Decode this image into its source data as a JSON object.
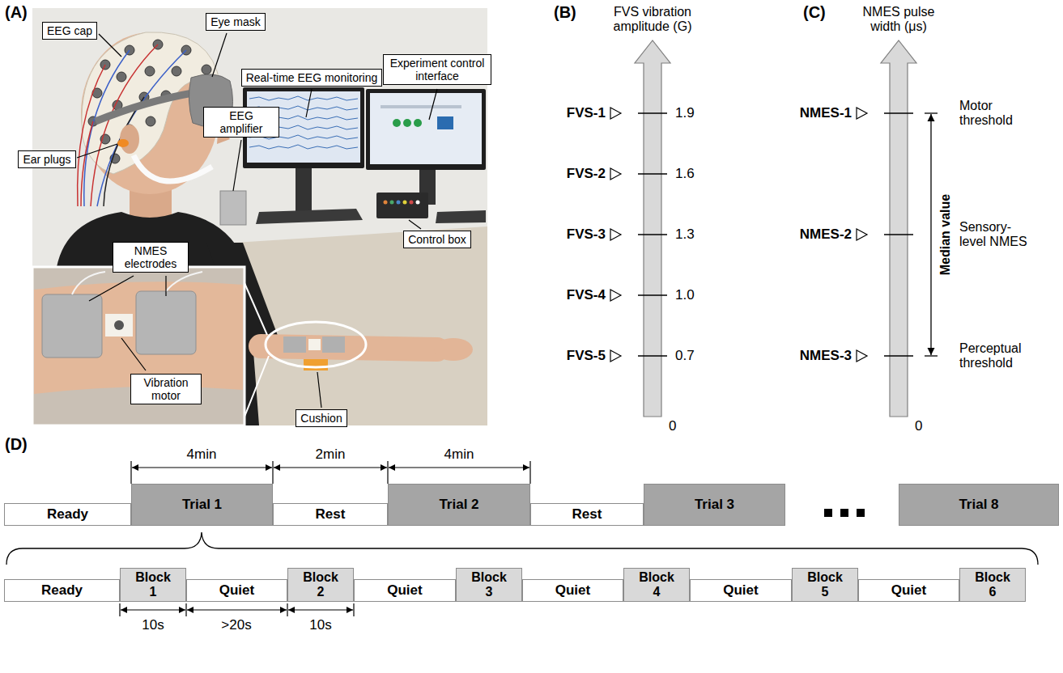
{
  "diagram": {
    "nodes": [
      {
        "text": [
          "Eye mask"
        ]
      },
      {
        "text": [
          "EEG cap"
        ]
      },
      {
        "text": [
          "EEG amplifier"
        ]
      },
      {
        "text": [
          "Ear plugs"
        ]
      },
      {
        "text": [
          "Real-time EEG monitoring"
        ]
      },
      {
        "text": [
          "Experiment control interface"
        ]
      },
      {
        "text": [
          "NMES electrodes"
        ]
      },
      {
        "text": [
          "Vibration motor"
        ]
      },
      {
        "text": [
          "Control box"
        ]
      },
      {
        "text": [
          "Cushion"
        ]
      },
      {
        "text": [
          "Ready"
        ]
      },
      {
        "text": [
          "Trial 1"
        ]
      },
      {
        "text": [
          "Rest"
        ]
      },
      {
        "text": [
          "Trial 2"
        ]
      },
      {
        "text": [
          "Rest"
        ]
      },
      {
        "text": [
          "Trial 3"
        ]
      },
      {
        "text": [
          "Trial 8"
        ]
      },
      {
        "text": [
          "Ready"
        ]
      },
      {
        "text": [
          "Block 1"
        ]
      },
      {
        "text": [
          "Quiet"
        ]
      },
      {
        "text": [
          "Block 2"
        ]
      },
      {
        "text": [
          "Quiet"
        ]
      },
      {
        "text": [
          "Block 3"
        ]
      },
      {
        "text": [
          "Quiet"
        ]
      },
      {
        "text": [
          "Block 4"
        ]
      },
      {
        "text": [
          "Quiet"
        ]
      },
      {
        "text": [
          "Block 5"
        ]
      },
      {
        "text": [
          "Quiet"
        ]
      },
      {
        "text": [
          "Block 6"
        ]
      }
    ],
    "labels": [
      "(A)",
      "(B)",
      "(C)",
      "(D)",
      "FVS vibration amplitude (G)",
      "FVS-1",
      "1.9",
      "FVS-2",
      "1.6",
      "FVS-3",
      "1.3",
      "FVS-4",
      "1.0",
      "FVS-5",
      "0.7",
      "0",
      "NMES pulse width (μs)",
      "NMES-1",
      "Motor threshold",
      "Median value",
      "NMES-2",
      "Sensory-level NMES",
      "NMES-3",
      "Perceptual threshold",
      "0",
      "4min",
      "2min",
      "4min",
      "10s",
      ">20s",
      "10s"
    ]
  }
}
